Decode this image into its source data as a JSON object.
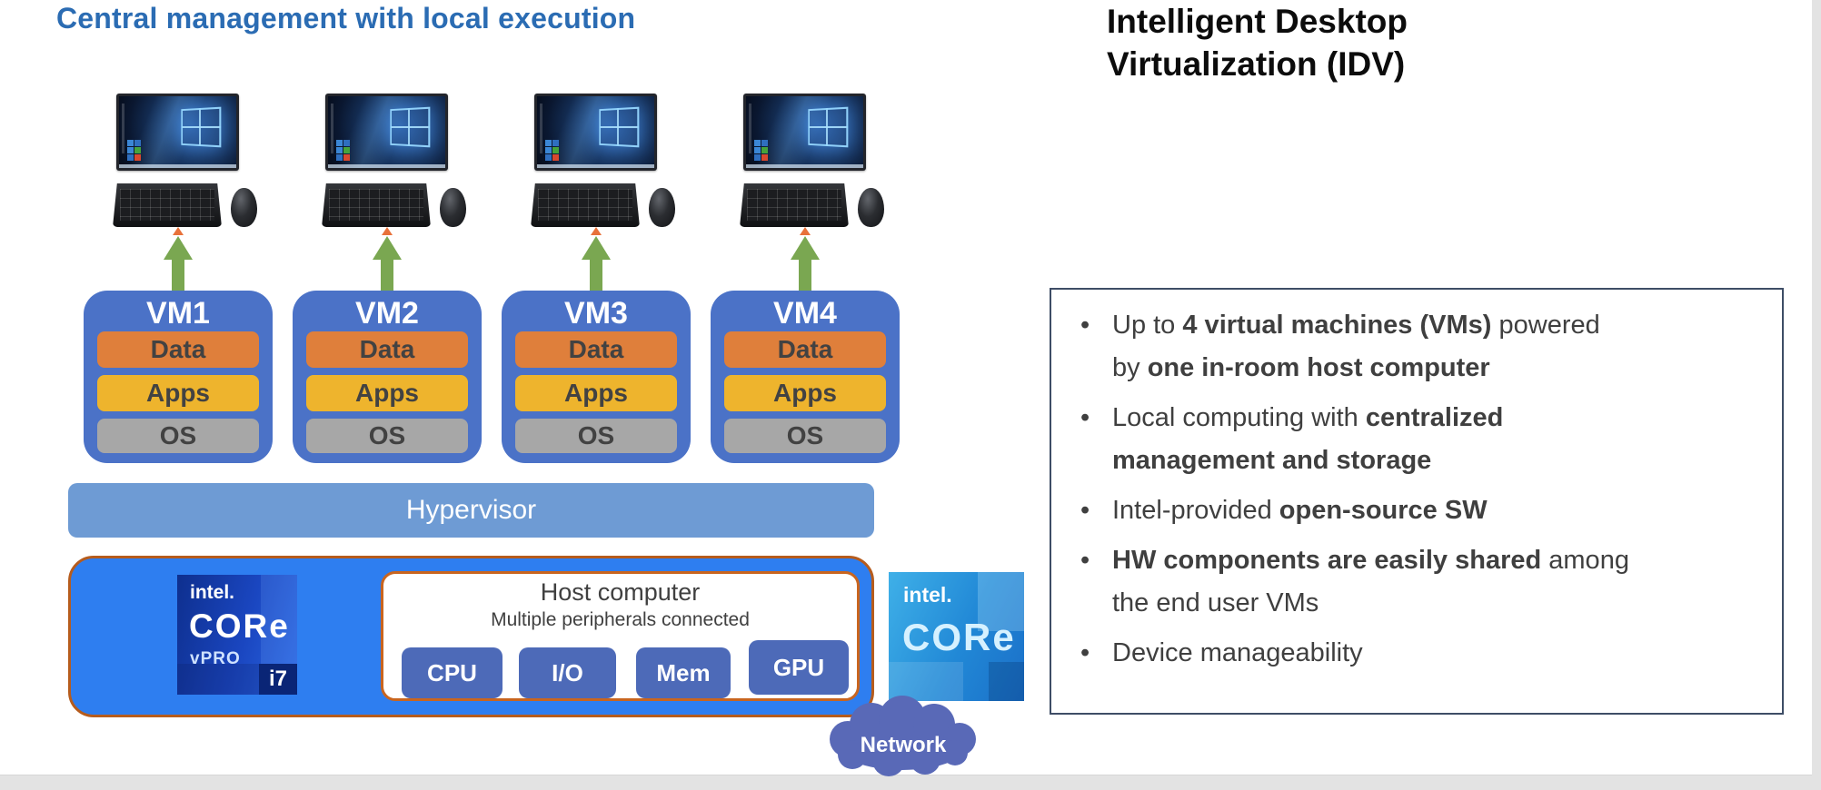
{
  "title": "Central management with local execution",
  "heading": {
    "line1": "Intelligent Desktop",
    "line2": "Virtualization (IDV)"
  },
  "vms": [
    {
      "name": "VM1",
      "layers": [
        "Data",
        "Apps",
        "OS"
      ]
    },
    {
      "name": "VM2",
      "layers": [
        "Data",
        "Apps",
        "OS"
      ]
    },
    {
      "name": "VM3",
      "layers": [
        "Data",
        "Apps",
        "OS"
      ]
    },
    {
      "name": "VM4",
      "layers": [
        "Data",
        "Apps",
        "OS"
      ]
    }
  ],
  "hypervisor": {
    "label": "Hypervisor"
  },
  "host": {
    "title": "Host computer",
    "subtitle": "Multiple peripherals connected",
    "chips": [
      "CPU",
      "I/O",
      "Mem",
      "GPU"
    ]
  },
  "badges": {
    "vpro": {
      "brand": "intel.",
      "product": "CORe",
      "tier": "vPRO",
      "model": "i7"
    },
    "core": {
      "brand": "intel.",
      "product": "CORe"
    }
  },
  "network": {
    "label": "Network"
  },
  "panel": {
    "bullets": [
      {
        "lines": [
          [
            {
              "t": "Up to ",
              "b": false
            },
            {
              "t": "4 virtual machines (VMs)",
              "b": true
            },
            {
              "t": " powered",
              "b": false
            }
          ],
          [
            {
              "t": "by ",
              "b": false
            },
            {
              "t": "one in-room host computer",
              "b": true
            }
          ]
        ]
      },
      {
        "lines": [
          [
            {
              "t": "Local computing with ",
              "b": false
            },
            {
              "t": "centralized",
              "b": true
            }
          ],
          [
            {
              "t": "management and storage",
              "b": true
            }
          ]
        ]
      },
      {
        "lines": [
          [
            {
              "t": "Intel-provided ",
              "b": false
            },
            {
              "t": "open-source SW",
              "b": true
            }
          ]
        ]
      },
      {
        "lines": [
          [
            {
              "t": "HW components are easily shared",
              "b": true
            },
            {
              "t": " among",
              "b": false
            }
          ],
          [
            {
              "t": "the end user VMs",
              "b": false
            }
          ]
        ]
      },
      {
        "lines": [
          [
            {
              "t": "Device manageability",
              "b": false
            }
          ]
        ]
      }
    ]
  },
  "colors": {
    "title_blue": "#2b6cb3",
    "vm_blue": "#4b72c7",
    "data_orange": "#df7f3b",
    "apps_yellow": "#eeb42d",
    "os_gray": "#a7a7a7",
    "hypervisor_blue": "#6e9bd4",
    "host_blue": "#2e7ef0",
    "host_border_orange": "#b65c1d",
    "chip_blue": "#4d6ab8",
    "arrow_green": "#7aa751",
    "arrow_tip_orange": "#e8713a",
    "cloud_blue": "#5969b7",
    "panel_border": "#3e4d66",
    "text_gray": "#3f3f3f"
  }
}
